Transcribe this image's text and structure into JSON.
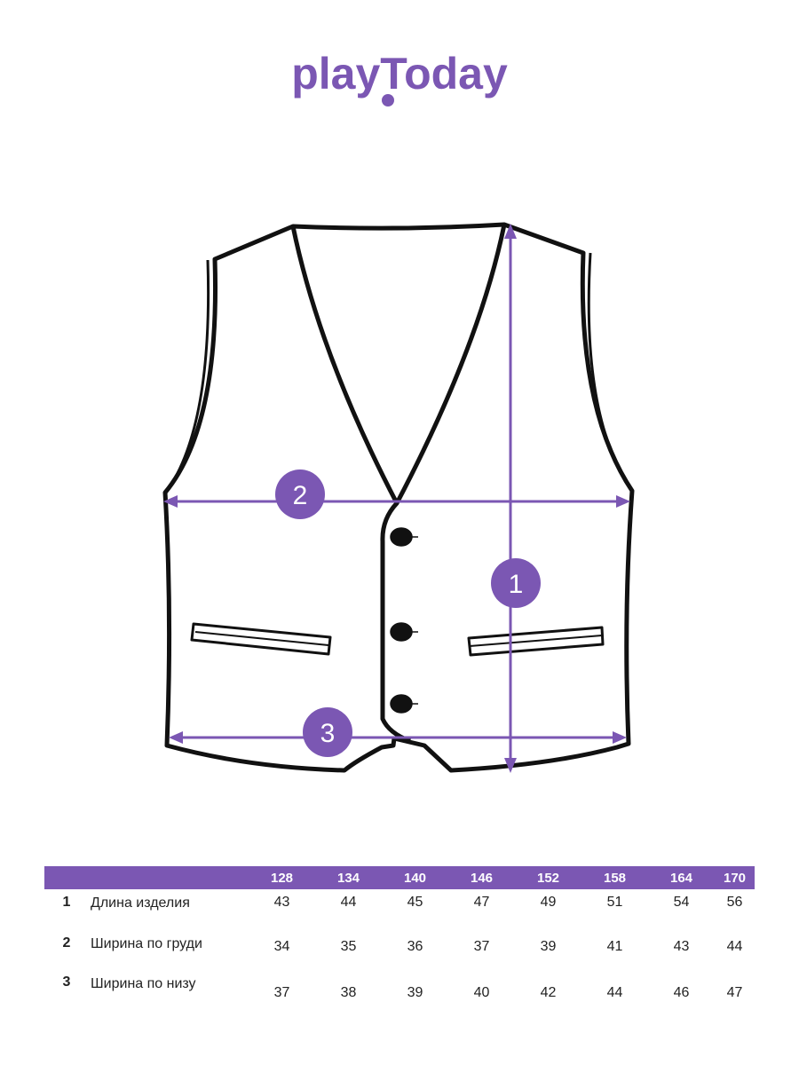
{
  "brand": {
    "logo_text": "playToday",
    "color": "#7b57b3"
  },
  "diagram": {
    "markers": [
      {
        "id": 1,
        "label": "1"
      },
      {
        "id": 2,
        "label": "2"
      },
      {
        "id": 3,
        "label": "3"
      }
    ]
  },
  "size_table": {
    "sizes": [
      "128",
      "134",
      "140",
      "146",
      "152",
      "158",
      "164",
      "170"
    ],
    "rows": [
      {
        "index": "1",
        "label": "Длина изделия",
        "values": [
          "43",
          "44",
          "45",
          "47",
          "49",
          "51",
          "54",
          "56"
        ]
      },
      {
        "index": "2",
        "label": "Ширина по груди",
        "values": [
          "34",
          "35",
          "36",
          "37",
          "39",
          "41",
          "43",
          "44"
        ]
      },
      {
        "index": "3",
        "label": "Ширина по низу",
        "values": [
          "37",
          "38",
          "39",
          "40",
          "42",
          "44",
          "46",
          "47"
        ]
      }
    ]
  }
}
